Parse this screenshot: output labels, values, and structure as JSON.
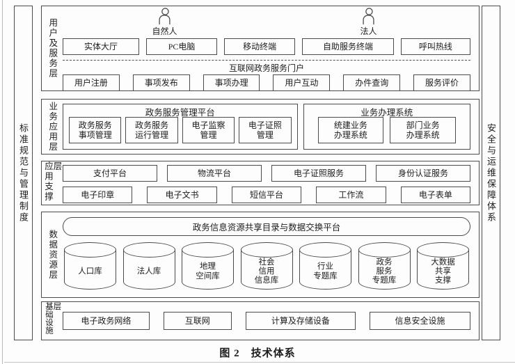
{
  "figure": {
    "caption": "图 2　技术体系"
  },
  "pillars": {
    "left": "标准规范与管理制度",
    "right": "安全与运维保障体系"
  },
  "layers": {
    "user_service": {
      "label": "用户及服务层",
      "actors": [
        "自然人",
        "法人"
      ],
      "channels": [
        "实体大厅",
        "PC电脑",
        "移动终端",
        "自助服务终端",
        "呼叫热线"
      ],
      "portal": "互联网政务服务门户",
      "functions": [
        "用户注册",
        "事项发布",
        "事项办理",
        "用户互动",
        "办件查询",
        "服务评价"
      ]
    },
    "business_app": {
      "label": "业务应用层",
      "groups": [
        {
          "title": "政务服务管理平台",
          "items": [
            "政务服务\n事项管理",
            "政务服务\n运行管理",
            "电子监察\n管理",
            "电子证照\n管理"
          ]
        },
        {
          "title": "业务办理系统",
          "items": [
            "统建业务\n办理系统",
            "部门业务\n办理系统"
          ]
        }
      ]
    },
    "app_support": {
      "label": "应用支撑层",
      "row1": [
        "支付平台",
        "物流平台",
        "电子证照服务",
        "身份认证服务"
      ],
      "row2": [
        "电子印章",
        "电子文书",
        "短信平台",
        "工作流",
        "电子表单"
      ]
    },
    "data_resource": {
      "label": "数据资源层",
      "platform": "政务信息资源共享目录与数据交换平台",
      "databases": [
        "人口库",
        "法人库",
        "地理\n空间库",
        "社会\n信用\n信息库",
        "行业\n专题库",
        "政务\n服务\n专题库",
        "大数据\n共享\n支撑"
      ]
    },
    "infrastructure": {
      "label": "基础设施层",
      "items": [
        "电子政务网络",
        "互联网",
        "计算及存储设备",
        "信息安全设施"
      ]
    }
  },
  "colors": {
    "line": "#4a4a4a",
    "text": "#1c1c1c",
    "background": "#fdfdfd"
  }
}
